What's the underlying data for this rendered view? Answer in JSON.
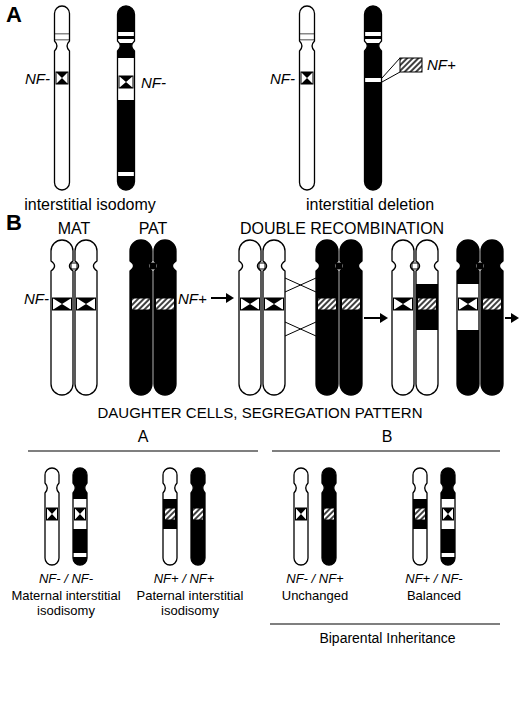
{
  "diagram": {
    "labels": [
      "A",
      "NF-",
      "NF-",
      "interstitial isodomy",
      "NF-",
      "NF+",
      "interstitial deletion",
      "B",
      "MAT",
      "PAT",
      "DOUBLE RECOMBINATION",
      "NF-",
      "NF+",
      "DAUGHTER CELLS, SEGREGATION PATTERN",
      "A",
      "B",
      "NF- / NF-",
      "Maternal interstitial isodisomy",
      "NF+ / NF+",
      "Paternal interstitial isodisomy",
      "NF- / NF+",
      "Unchanged",
      "NF+ / NF-",
      "Balanced",
      "Biparental Inheritance"
    ]
  }
}
